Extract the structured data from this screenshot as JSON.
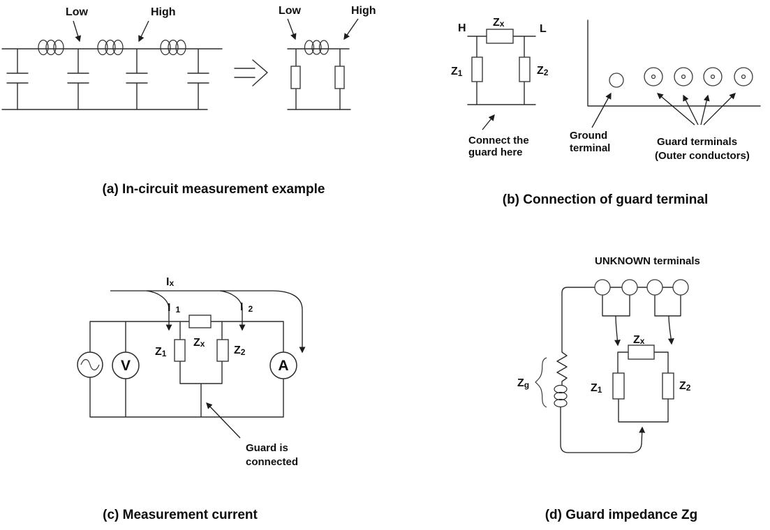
{
  "page": {
    "background": "#ffffff",
    "line_color": "#2b2b2b"
  },
  "figures": {
    "a": {
      "caption": "(a) In-circuit measurement example",
      "low_left": "Low",
      "high_left": "High",
      "low_right": "Low",
      "high_right": "High"
    },
    "b": {
      "caption": "(b) Connection of guard terminal",
      "h": "H",
      "l": "L",
      "zx_base": "Z",
      "zx_sub": "x",
      "z1_base": "Z",
      "z1_sub": "1",
      "z2_base": "Z",
      "z2_sub": "2",
      "connect_line1": "Connect the",
      "connect_line2": "guard here",
      "ground_line1": "Ground",
      "ground_line2": "terminal",
      "guard_line1": "Guard terminals",
      "guard_line2": "(Outer conductors)"
    },
    "c": {
      "caption": "(c) Measurement current",
      "ix_base": "I",
      "ix_sub": "x",
      "i1_base": "I",
      "i1_sub": "1",
      "i2_base": "I",
      "i2_sub": "2",
      "zx_base": "Z",
      "zx_sub": "x",
      "z1_base": "Z",
      "z1_sub": "1",
      "z2_base": "Z",
      "z2_sub": "2",
      "voltmeter": "V",
      "ammeter": "A",
      "guard_line1": "Guard is",
      "guard_line2": "connected"
    },
    "d": {
      "caption": "(d) Guard impedance Zg",
      "unknown": "UNKNOWN terminals",
      "zg_base": "Z",
      "zg_sub": "g",
      "zx_base": "Z",
      "zx_sub": "x",
      "z1_base": "Z",
      "z1_sub": "1",
      "z2_base": "Z",
      "z2_sub": "2"
    }
  }
}
